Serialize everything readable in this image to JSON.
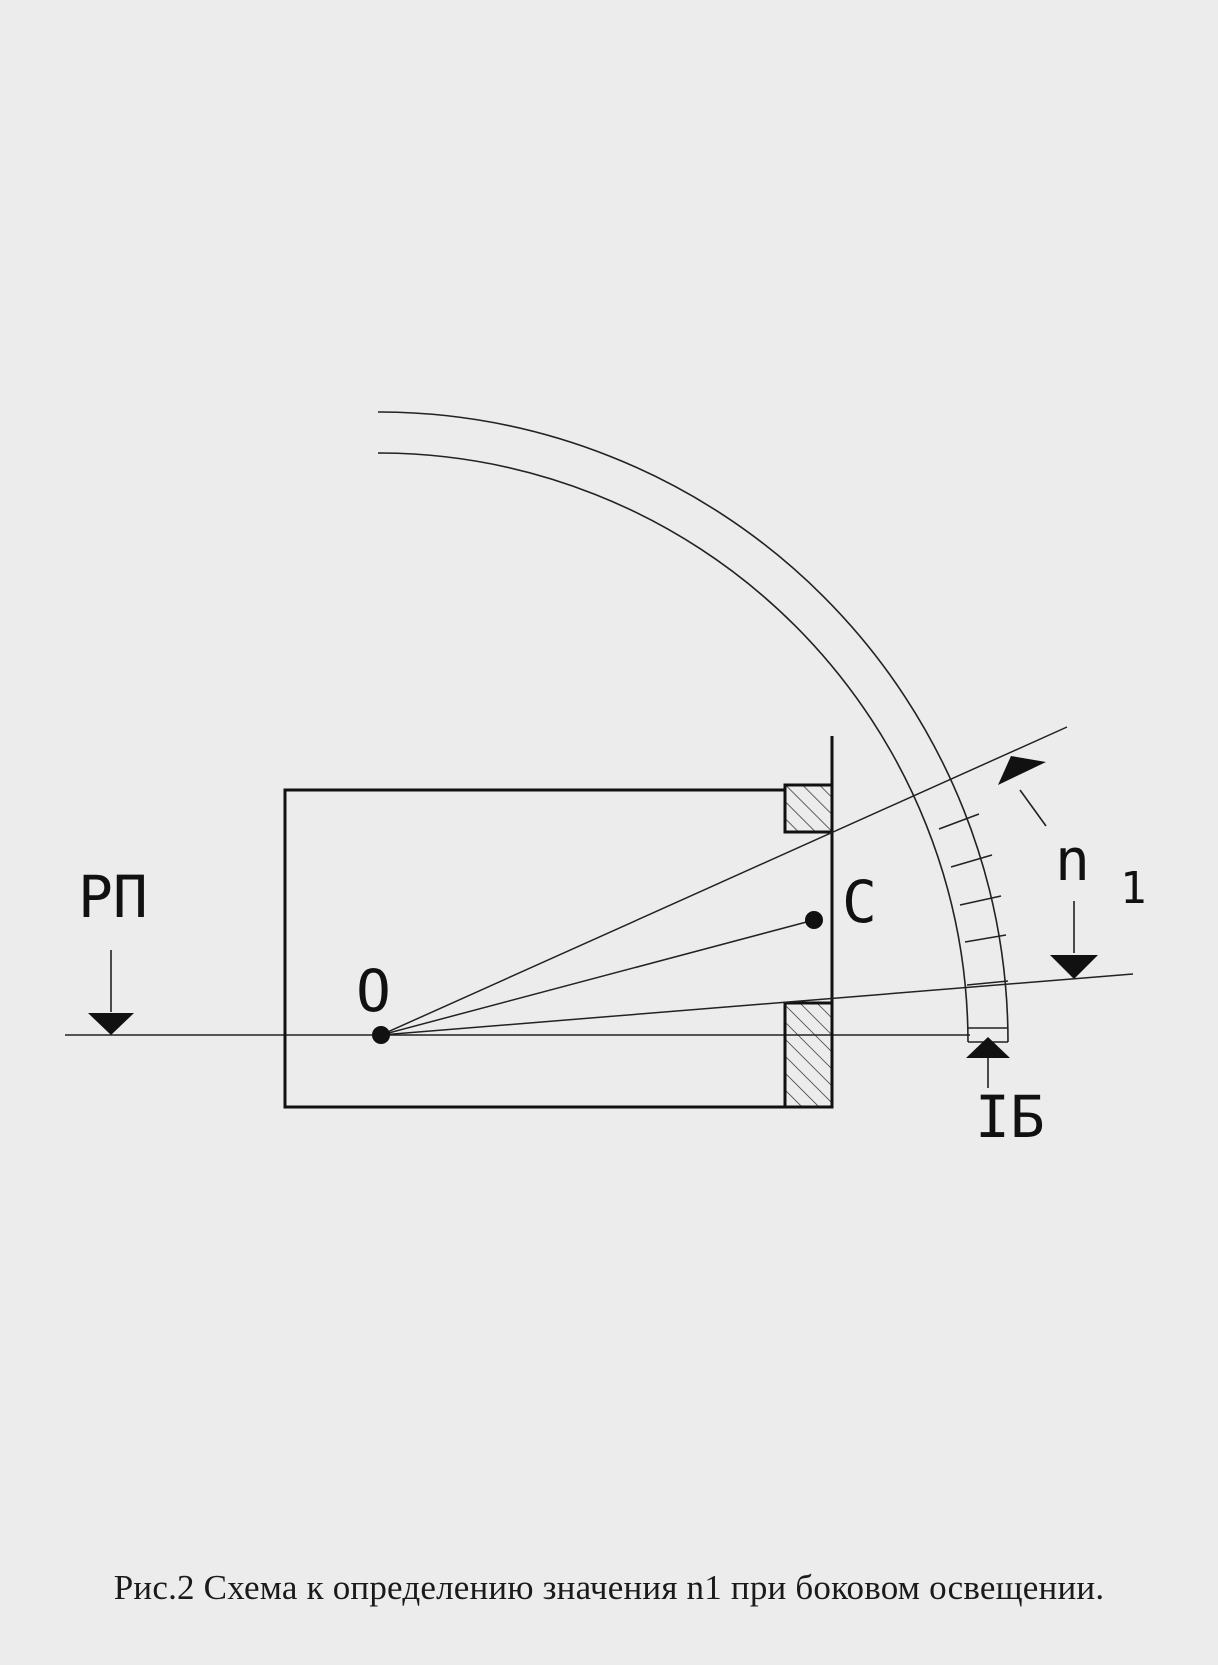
{
  "labels": {
    "rp": "РП",
    "o": "O",
    "c": "C",
    "n1_base": "n",
    "n1_sub": "1",
    "ib": "IБ"
  },
  "caption": "Рис.2 Схема к определению значения n1 при боковом освещении."
}
